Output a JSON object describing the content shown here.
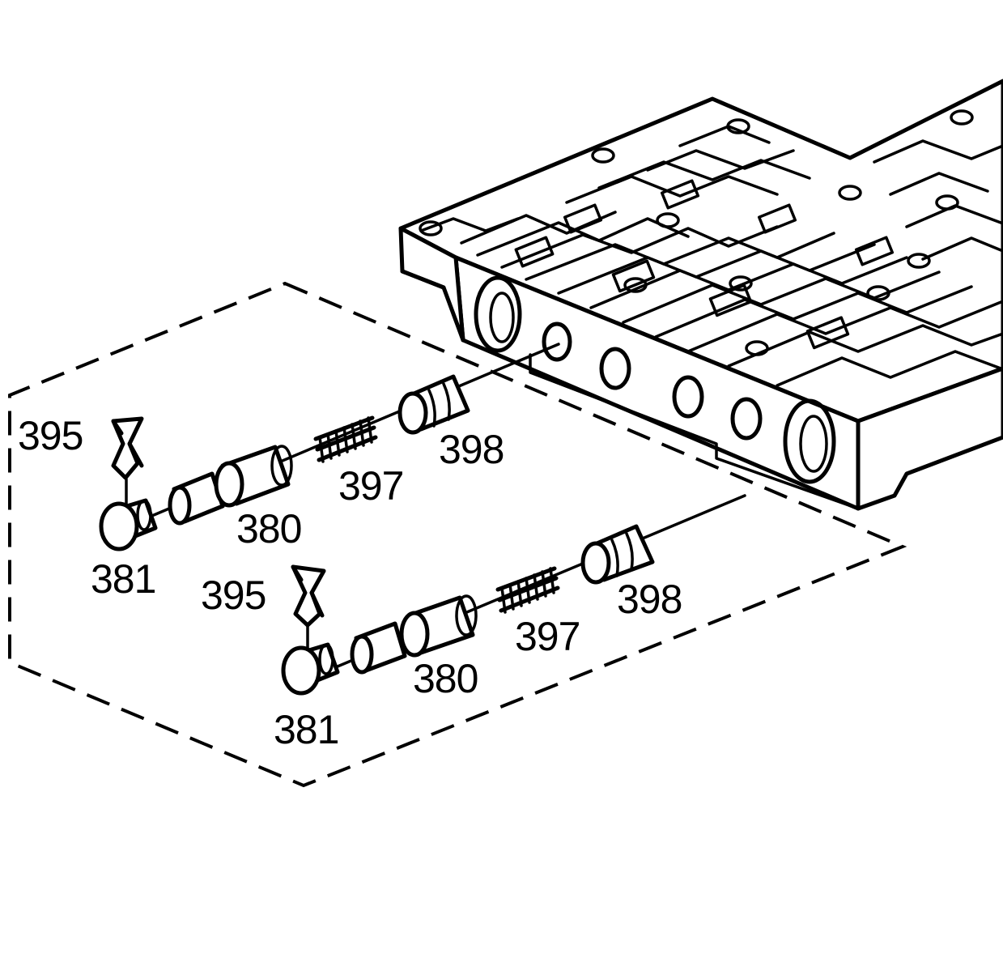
{
  "colors": {
    "ink": "#000000",
    "paper": "#ffffff"
  },
  "callouts": {
    "clip_upper": "395",
    "plug_upper": "381",
    "valve_upper": "380",
    "spring_upper": "397",
    "sleeve_upper": "398",
    "clip_lower": "395",
    "plug_lower": "381",
    "valve_lower": "380",
    "spring_lower": "397",
    "sleeve_lower": "398"
  },
  "icons": [
    "valve-body-casting",
    "retaining-clip-icon",
    "bore-plug-icon",
    "valve-spool-icon",
    "coil-spring-icon",
    "sleeve-icon"
  ]
}
